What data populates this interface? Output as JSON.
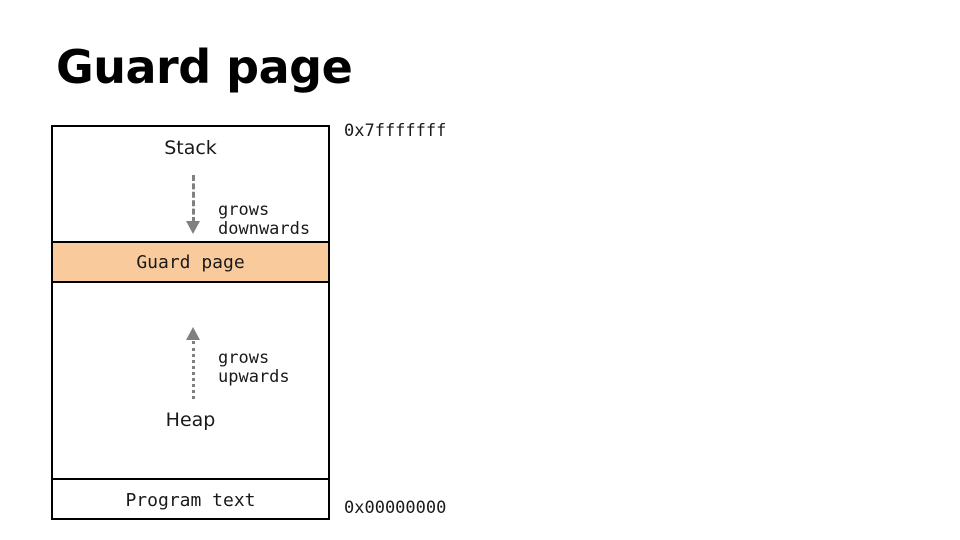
{
  "slide": {
    "title": "Guard page"
  },
  "diagram": {
    "name": "process-memory-layout",
    "segments": {
      "stack": {
        "label": "Stack",
        "growth_text_line1": "grows",
        "growth_text_line2": "downwards",
        "arrow_direction": "down",
        "arrow_style": "dashed",
        "arrow_color": "#808080",
        "fill": "#ffffff"
      },
      "guard_page": {
        "label": "Guard page",
        "fill": "#f9cb9c"
      },
      "heap": {
        "label": "Heap",
        "growth_text_line1": "grows",
        "growth_text_line2": "upwards",
        "arrow_direction": "up",
        "arrow_style": "dotted",
        "arrow_color": "#808080",
        "fill": "#ffffff"
      },
      "program_text": {
        "label": "Program text",
        "fill": "#ffffff"
      }
    },
    "addresses": {
      "top": "0x7fffffff",
      "bottom": "0x00000000"
    },
    "border_color": "#000000"
  }
}
